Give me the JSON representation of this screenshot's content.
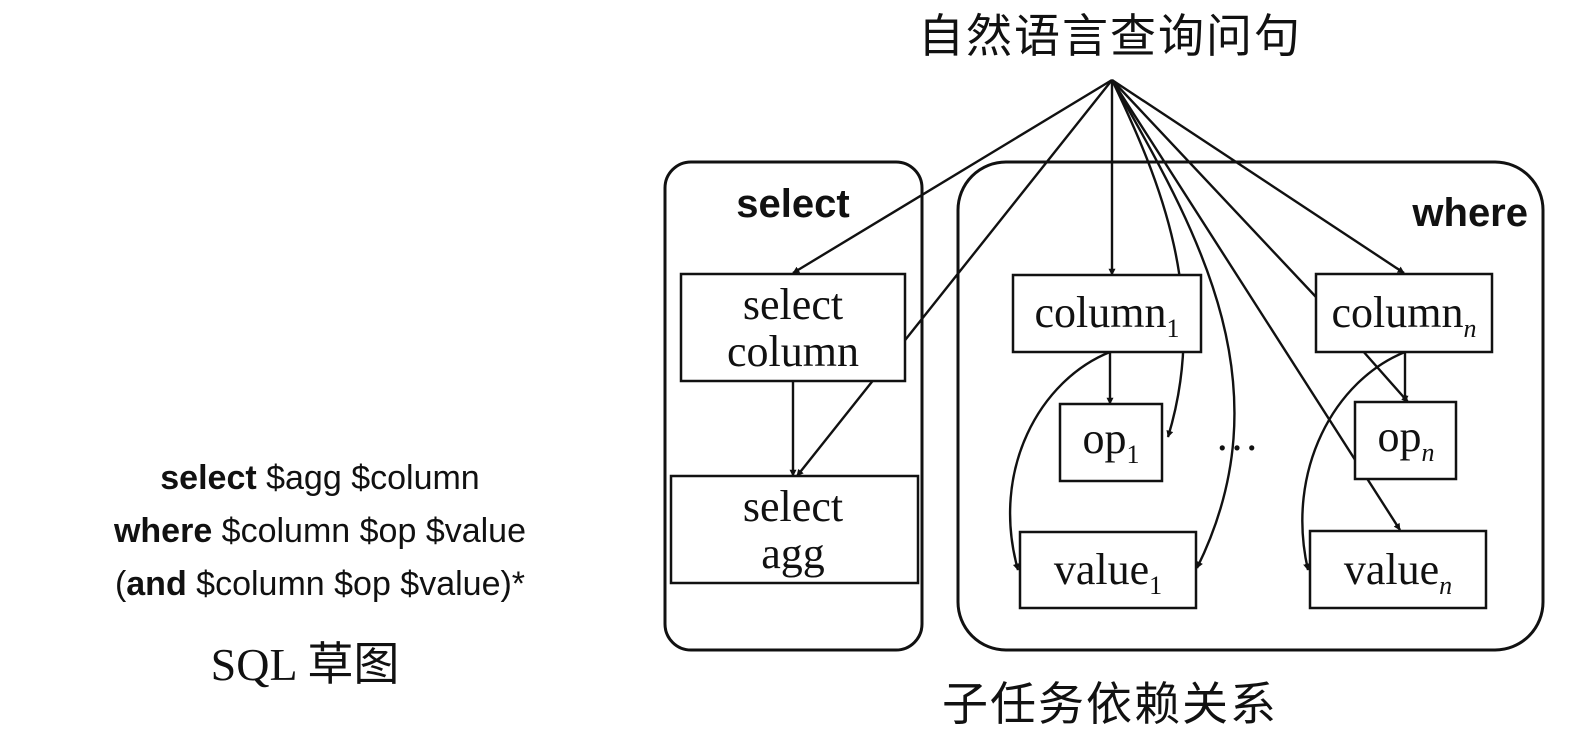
{
  "title": "自然语言查询问句",
  "bottom_caption": "子任务依赖关系",
  "sql_sketch": {
    "lines": [
      {
        "keyword": "select",
        "rest": " $agg $column",
        "prefix": ""
      },
      {
        "keyword": "where",
        "rest": " $column $op $value",
        "prefix": ""
      },
      {
        "keyword": "and",
        "rest": " $column $op $value)*",
        "prefix": "("
      }
    ],
    "caption": "SQL 草图"
  },
  "groups": {
    "select": {
      "label": "select"
    },
    "where": {
      "label": "where"
    }
  },
  "nodes": {
    "select_column": {
      "line1": "select",
      "line2": "column"
    },
    "select_agg": {
      "line1": "select",
      "line2": "agg"
    },
    "column1": {
      "base": "column",
      "sub": "1"
    },
    "op1": {
      "base": "op",
      "sub": "1"
    },
    "value1": {
      "base": "value",
      "sub": "1"
    },
    "columnn": {
      "base": "column",
      "sub": "n"
    },
    "opn": {
      "base": "op",
      "sub": "n"
    },
    "valuen": {
      "base": "value",
      "sub": "n"
    }
  },
  "ellipsis": "…"
}
